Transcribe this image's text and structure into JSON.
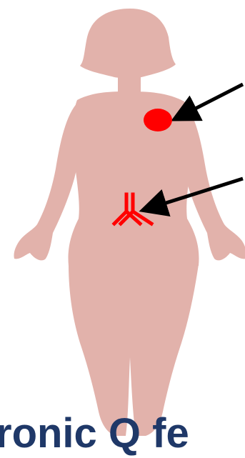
{
  "figure": {
    "caption": "ronic Q fe"
  },
  "colors": {
    "body": "#e2b2ab",
    "marker": "#ff0000",
    "arrow": "#000000",
    "caption": "#1f3868",
    "background": "#ffffff"
  },
  "markers": [
    {
      "name": "red-dot",
      "shape": "circle"
    },
    {
      "name": "antibody",
      "shape": "y-shaped antibody"
    }
  ]
}
